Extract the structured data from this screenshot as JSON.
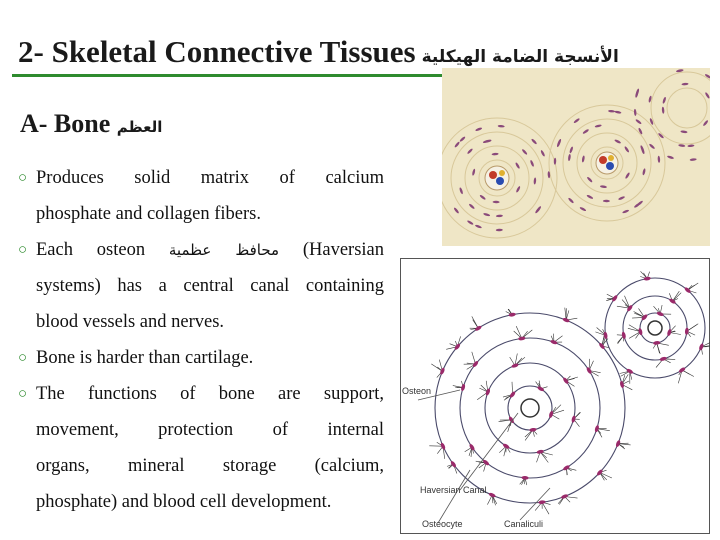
{
  "title": {
    "text": "2- Skeletal Connective Tissues",
    "arabic": "الأنسجة الضامة الهيكلية"
  },
  "section": {
    "text": "A- Bone",
    "arabic": "العظم"
  },
  "bullets": {
    "b1": {
      "line1": "Produces solid matrix of calcium",
      "line2": "phosphate and collagen fibers."
    },
    "b2": {
      "pre": "Each osteon",
      "arabic": "محافظ عظمية",
      "post": "(Haversian",
      "line2": "systems) has a central canal containing",
      "line3": "blood vessels and nerves."
    },
    "b3": {
      "line1": "Bone is harder than cartilage."
    },
    "b4": {
      "line1": "The functions of bone are support,",
      "line2": "movement, protection of internal",
      "line3": "organs, mineral storage (calcium,",
      "line4": "phosphate) and blood cell development."
    }
  },
  "diagram": {
    "osteon_label": "Osteon",
    "haversian_label": "Haversian Canal",
    "osteocyte_label": "Osteocyte",
    "canaliculi_label": "Canaliculi"
  },
  "colors": {
    "accent": "#2e8b2e",
    "tissue_bg": "#efe6c6",
    "lacuna": "#8a4a7a",
    "canal_red": "#c23b2a",
    "canal_blue": "#2a4bb0"
  }
}
